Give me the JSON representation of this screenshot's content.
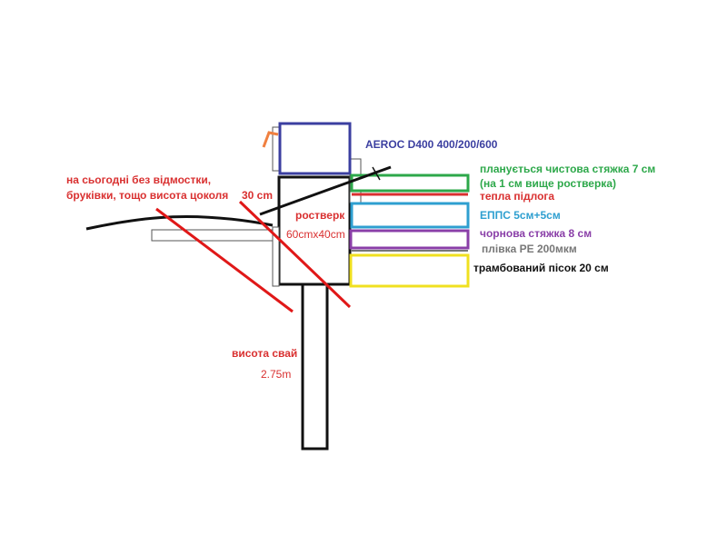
{
  "labels": {
    "aeroc": "AEROC D400 400/200/600",
    "screed_finish_1": "планується чистова стяжка 7 см",
    "screed_finish_2": "(на 1 см вище ростверка)",
    "warm_floor": "тепла підлога",
    "epps": "ЕППС 5см+5см",
    "screed_rough": "чорнова стяжка 8 см",
    "pe_film": "плівка PE 200мкм",
    "sand": "трамбований пісок 20 см",
    "left_note_1": "на сьогодні без відмостки,",
    "left_note_2": "бруківки, тощо висота цоколя",
    "plinth_height": "30 cm",
    "grillage": "ростверк",
    "grillage_size": "60cmx40cm",
    "pile_height": "висота свай",
    "pile_value": "2.75m"
  },
  "colors": {
    "aeroc": "#3b3fa0",
    "screed_finish": "#2da84a",
    "warm_floor": "#d93030",
    "epps": "#2e9fd0",
    "screed_rough": "#8a3fa8",
    "pe_film": "#777777",
    "sand": "#f0e020",
    "notes": "#d93030",
    "cross": "#e01818",
    "arrow": "#f08040",
    "outline": "#111111"
  }
}
